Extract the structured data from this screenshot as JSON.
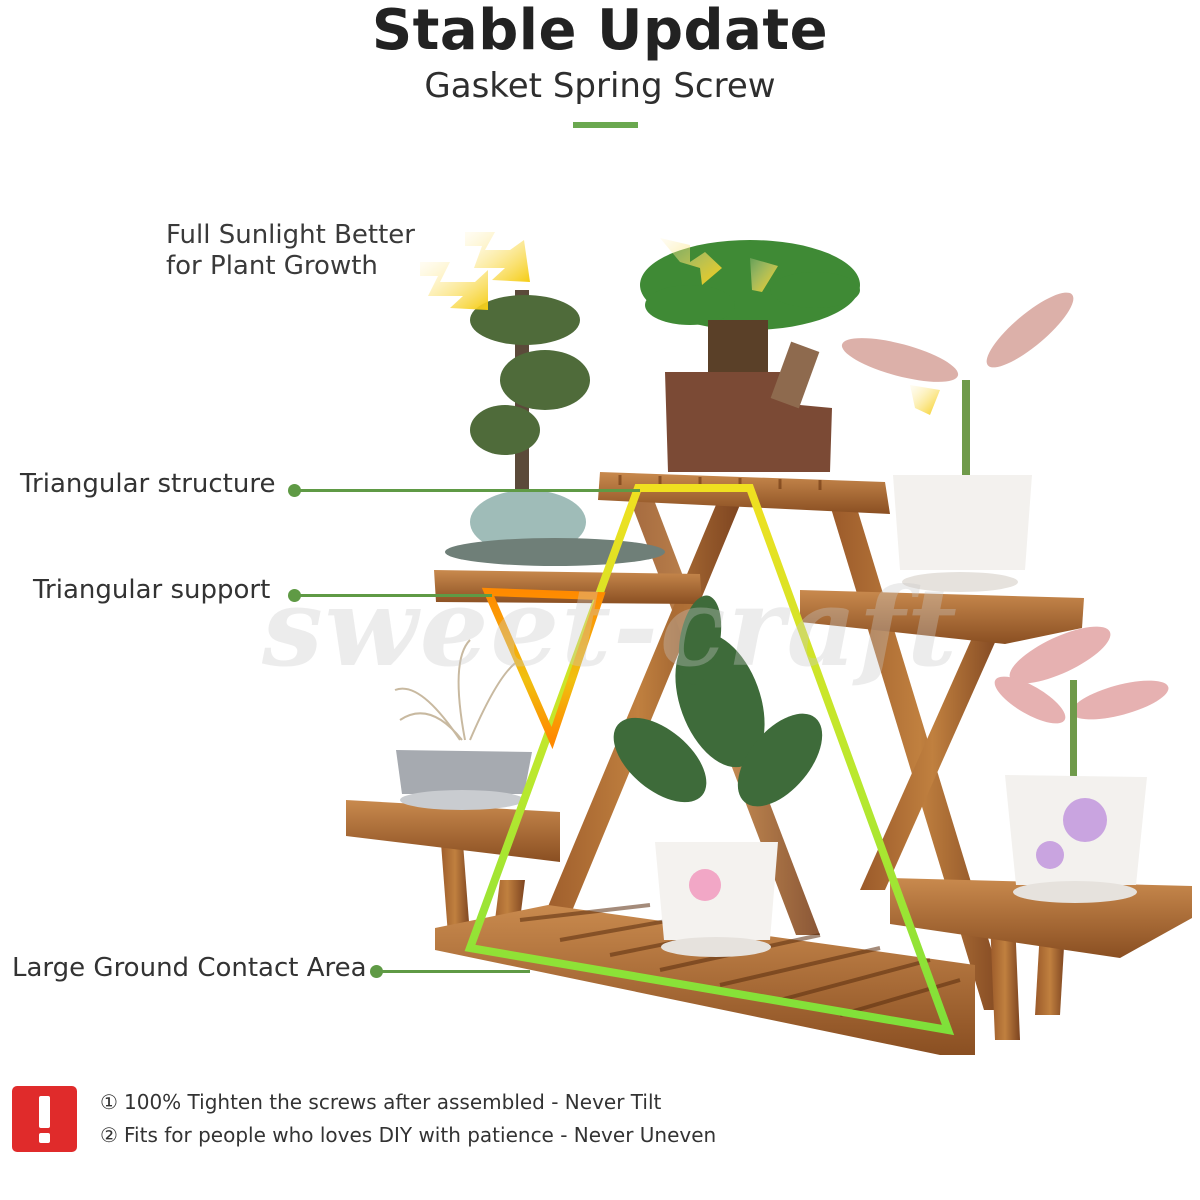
{
  "header": {
    "title": "Stable Update",
    "subtitle": "Gasket Spring Screw",
    "accent_color": "#6aa84f"
  },
  "sun_note": {
    "line1": "Full Sunlight Better",
    "line2": "for Plant Growth",
    "icon": "sunlight-arrow-icon"
  },
  "callouts": [
    {
      "label": "Triangular structure",
      "color": "#5f9a45"
    },
    {
      "label": "Triangular support",
      "color": "#5f9a45"
    },
    {
      "label": "Large Ground Contact Area",
      "color": "#5f9a45"
    }
  ],
  "highlights": {
    "structure_outline_colors": [
      "#f0e020",
      "#7ee03a"
    ],
    "support_outline_color": "#ff8a00"
  },
  "watermark": "sweet-craft",
  "warning": {
    "icon": "exclamation-icon",
    "color": "#e02b2b",
    "notes": [
      {
        "num": "①",
        "text": "100% Tighten the screws after assembled  - Never Tilt"
      },
      {
        "num": "②",
        "text": "Fits for people who loves DIY with patience  - Never Uneven"
      }
    ]
  }
}
